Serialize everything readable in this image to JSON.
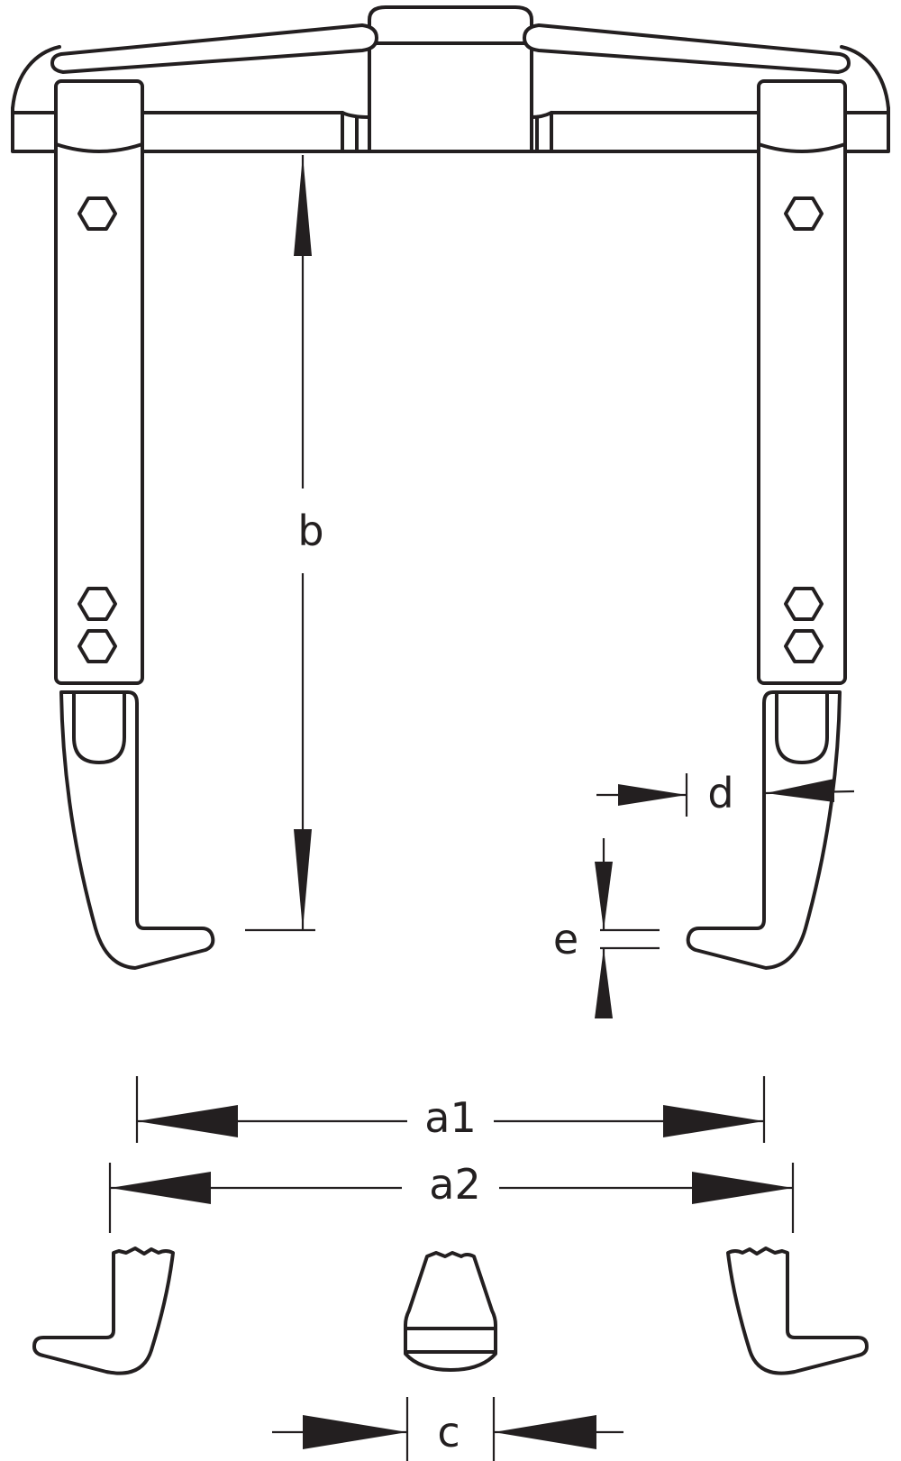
{
  "labels": {
    "b": "b",
    "d": "d",
    "e": "e",
    "a1": "a1",
    "a2": "a2",
    "c": "c"
  },
  "colors": {
    "line": "#231f20",
    "background": "#ffffff"
  }
}
